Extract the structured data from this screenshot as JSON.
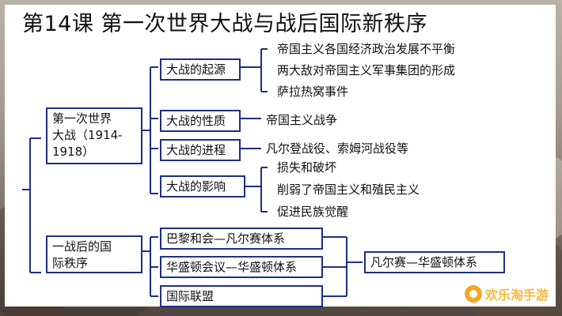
{
  "title": "第14课  第一次世界大战与战后国际新秩序",
  "nodes": {
    "ww1": "第一次世界大战（1914-1918）",
    "ww1_line1": "第一次世界",
    "ww1_line2": "大战（1914-",
    "ww1_line3": "1918）",
    "postwar_line1": "一战后的国",
    "postwar_line2": "际秩序",
    "origin": "大战的起源",
    "nature": "大战的性质",
    "process": "大战的进程",
    "impact": "大战的影响",
    "paris": "巴黎和会—凡尔赛体系",
    "washington": "华盛顿会议—华盛顿体系",
    "league": "国际联盟",
    "system": "凡尔赛—华盛顿体系"
  },
  "leaves": {
    "origin": [
      "帝国主义各国经济政治发展不平衡",
      "两大敌对帝国主义军事集团的形成",
      "萨拉热窝事件"
    ],
    "nature": "帝国主义战争",
    "process": "凡尔登战役、索姆河战役等",
    "impact": [
      "损失和破坏",
      "削弱了帝国主义和殖民主义",
      "促进民族觉醒"
    ]
  },
  "watermark": "欢乐淘手游",
  "colors": {
    "line": "#1d2f86",
    "box_border": "#1d2f86",
    "watermark": "#f6b93b"
  }
}
